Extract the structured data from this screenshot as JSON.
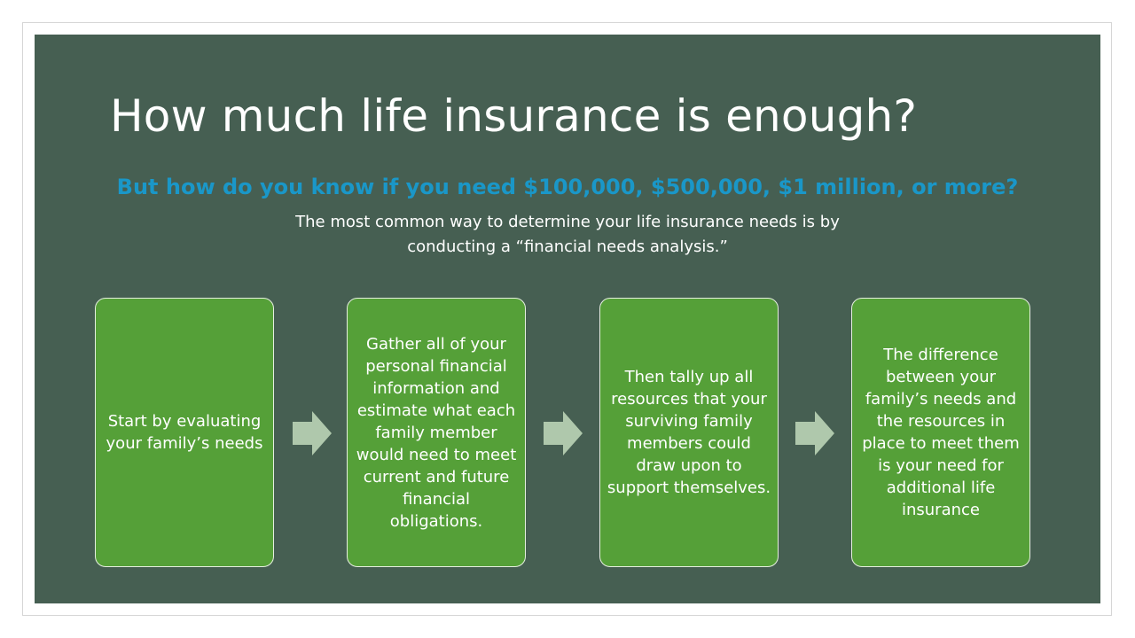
{
  "slide": {
    "title": "How much life insurance is enough?",
    "question": "But how do you know if you need $100,000, $500,000, $1 million, or more?",
    "description_lines": [
      "The most common way to determine your life insurance needs is by",
      "conducting a “financial needs analysis.”"
    ]
  },
  "steps": [
    "Start by evaluating your family’s needs",
    "Gather all of your personal financial information and estimate what each family member would need to meet current and future financial obligations.",
    "Then tally up all resources that your surviving family members could draw upon to support themselves.",
    "The difference between your family’s needs and the resources in place to meet them is your need for additional life insurance"
  ],
  "colors": {
    "background": "#465f52",
    "step_box": "#55a038",
    "arrow": "#afc8ac",
    "question_text": "#1a97c8"
  },
  "icons": [
    "right-arrow-icon"
  ]
}
